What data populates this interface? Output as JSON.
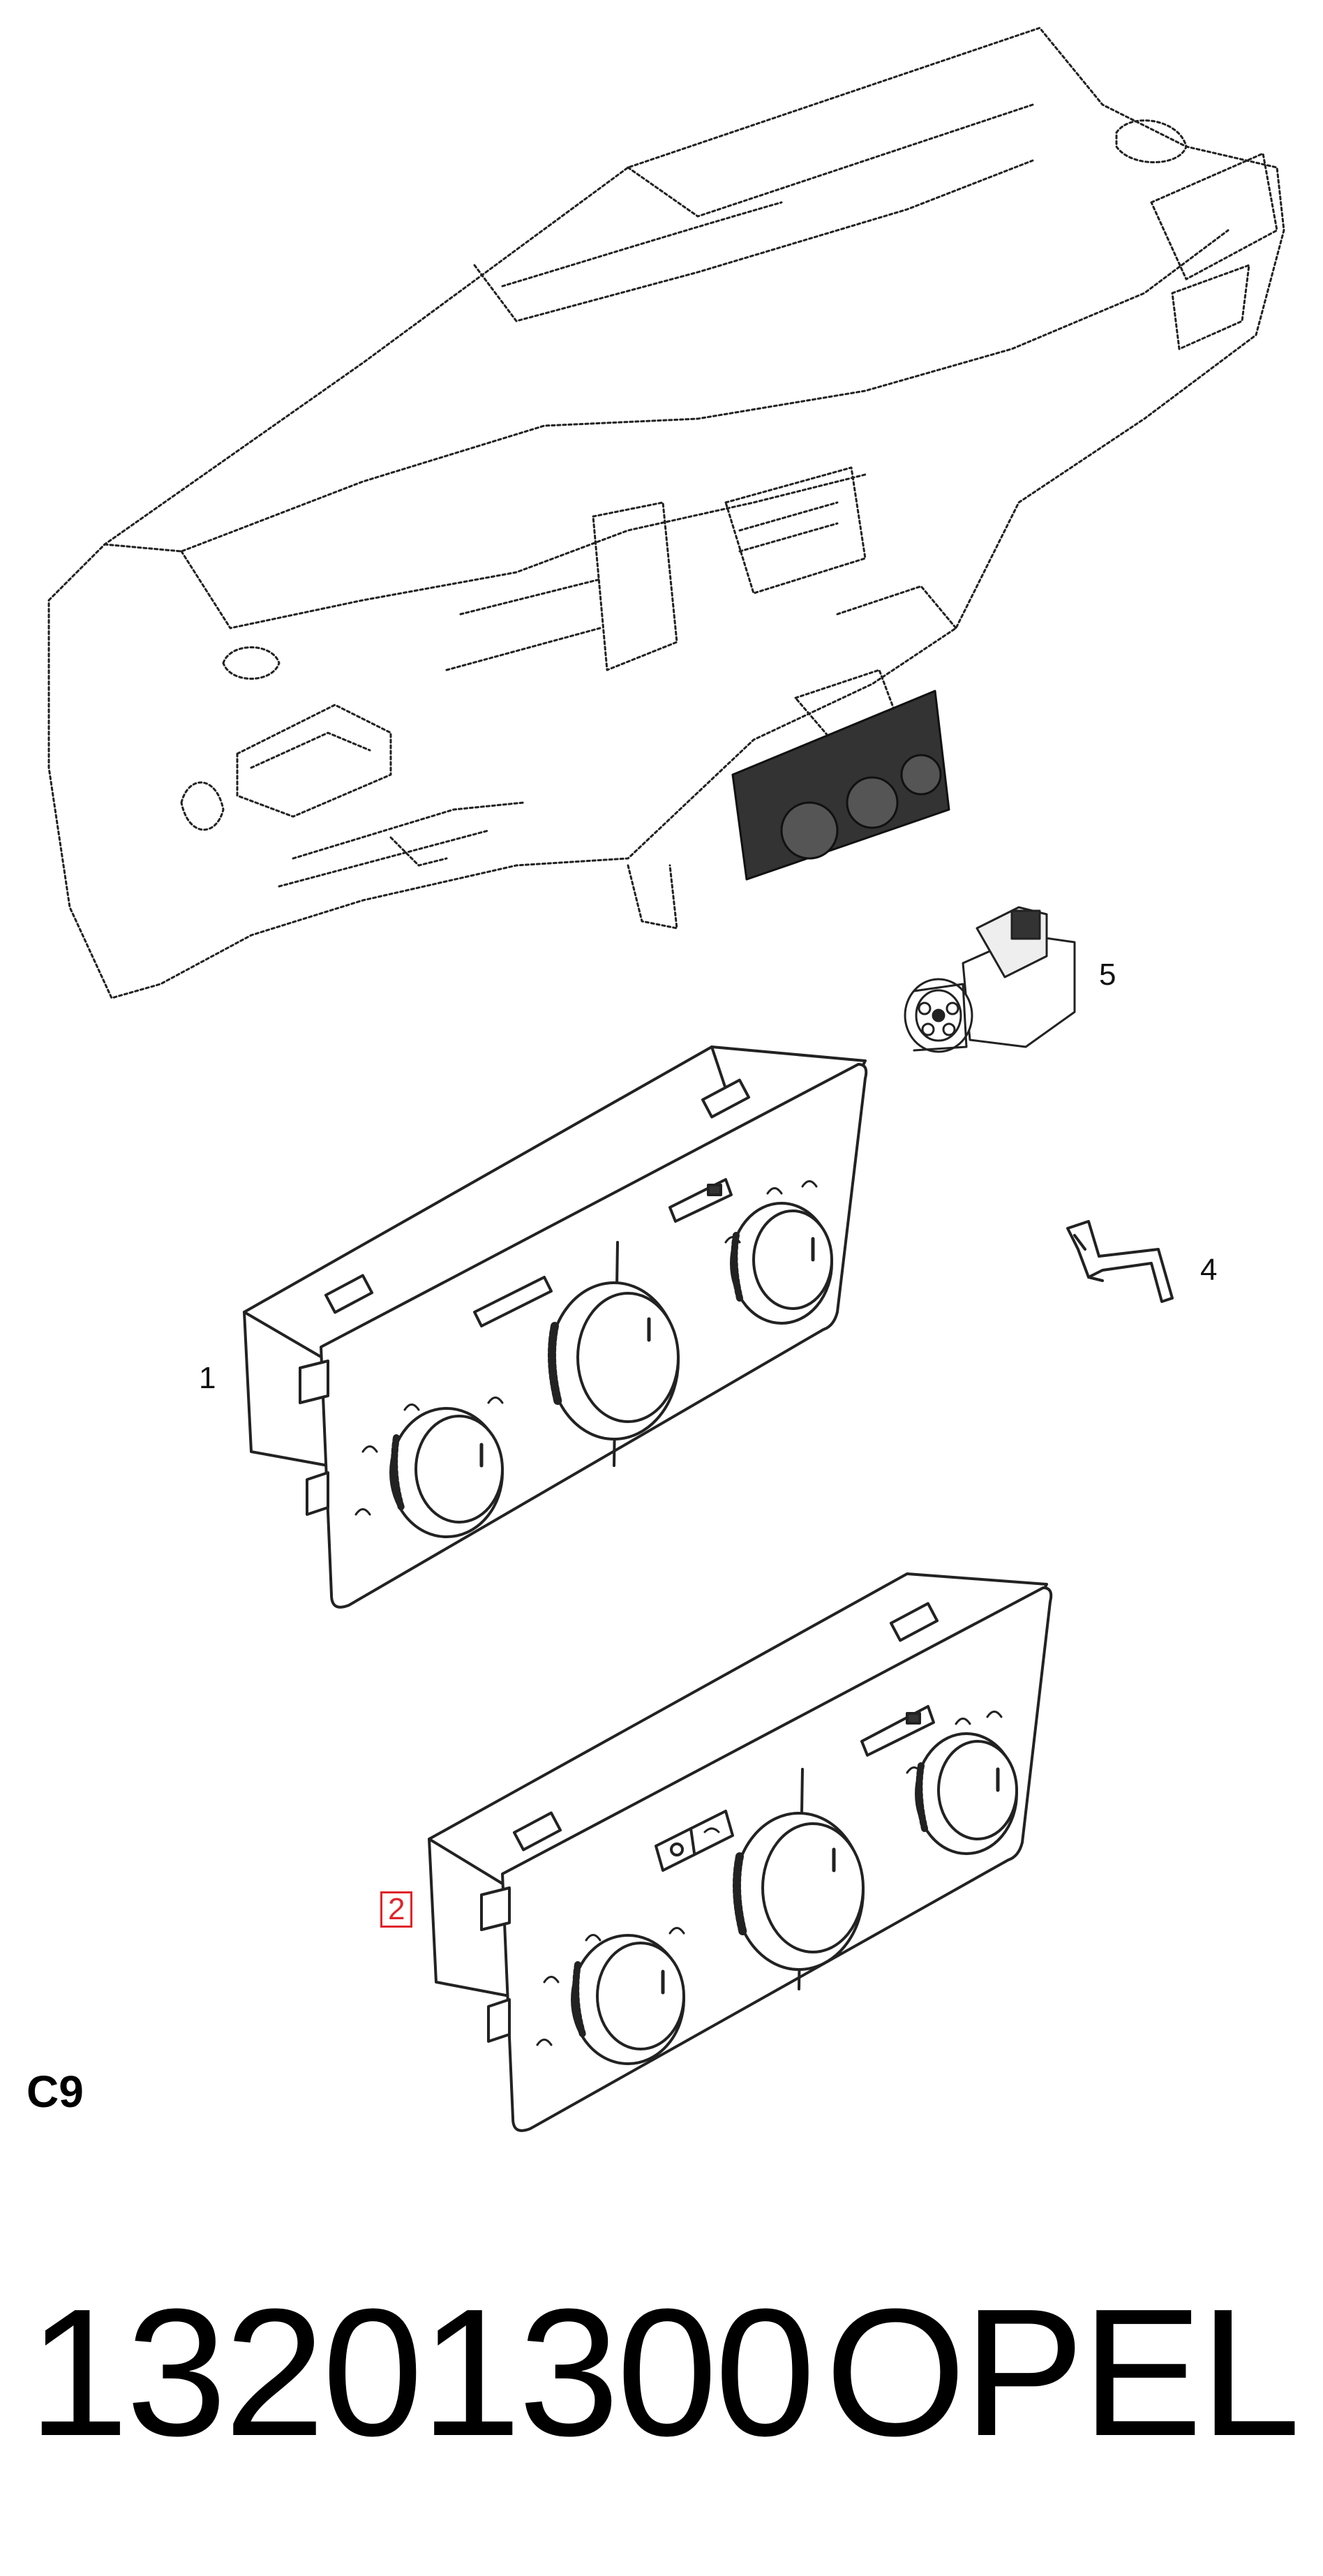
{
  "callouts": {
    "c1": "1",
    "c2": "2",
    "c4": "4",
    "c5": "5"
  },
  "section_code": "C9",
  "footer": {
    "part_number": "13201300",
    "brand": "OPEL"
  },
  "colors": {
    "line": "#222222",
    "highlight_box": "#e0242b",
    "background": "#ffffff"
  }
}
